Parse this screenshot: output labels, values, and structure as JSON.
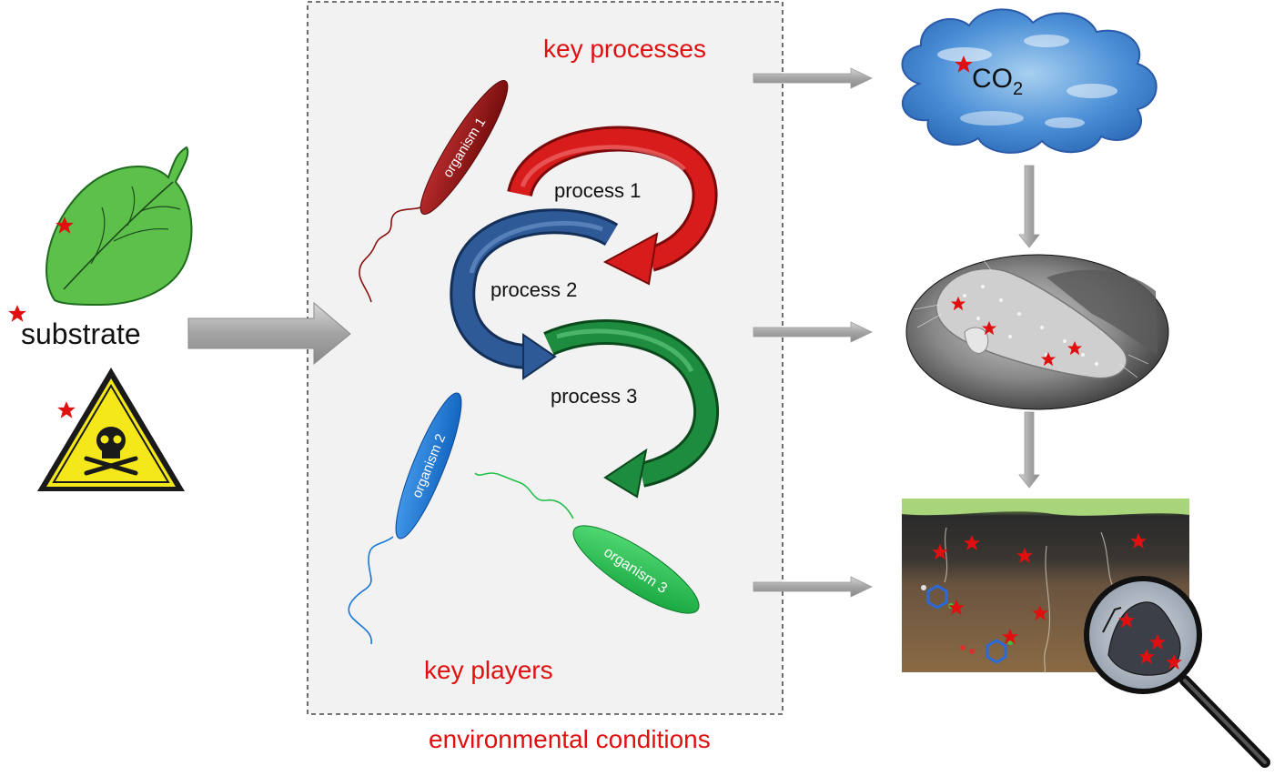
{
  "labels": {
    "substrate": "substrate",
    "key_processes": "key processes",
    "key_players": "key players",
    "environmental_conditions": "environmental conditions",
    "co2_main": "CO",
    "co2_sub": "2"
  },
  "organisms": [
    {
      "label": "organism 1",
      "color": "#8b1010"
    },
    {
      "label": "organism 2",
      "color": "#1878d8"
    },
    {
      "label": "organism 3",
      "color": "#22c04a"
    }
  ],
  "processes": [
    {
      "label": "process 1",
      "color": "#d01818"
    },
    {
      "label": "process 2",
      "color": "#2a5590"
    },
    {
      "label": "process 3",
      "color": "#1c8a3a"
    }
  ],
  "colors": {
    "accent_red": "#e01010",
    "star": "#e01010",
    "arrow_gray": "#a8a8a8",
    "box_fill": "#f2f2f2",
    "leaf_green": "#5cc04a"
  },
  "icons": [
    "leaf-icon",
    "toxic-hazard-icon",
    "cloud-icon",
    "bacterium-photo",
    "soil-photo",
    "magnifier-icon",
    "star-icon"
  ]
}
